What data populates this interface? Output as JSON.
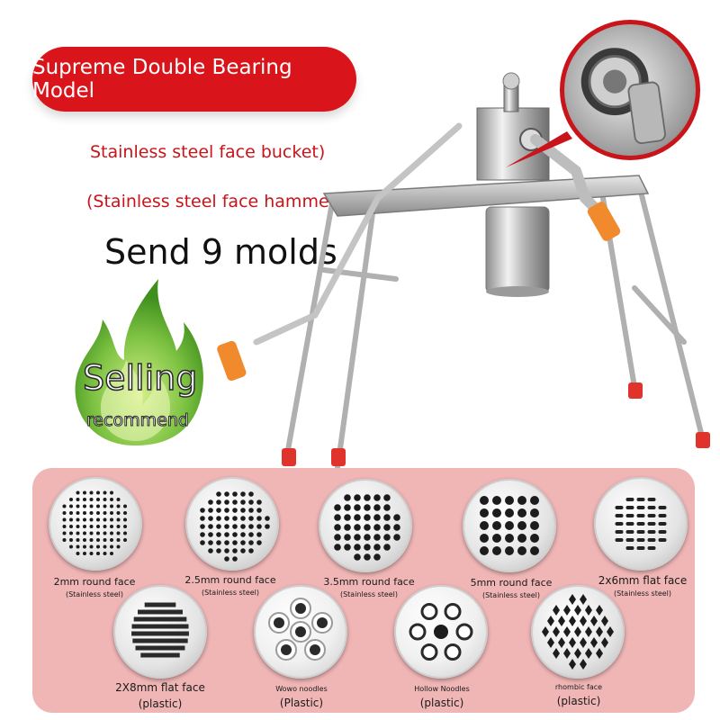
{
  "banner": {
    "label": "Supreme Double Bearing Model"
  },
  "features": [
    "Stainless steel face bucket)",
    "(Stainless steel face hammer)"
  ],
  "headline": "Send 9 molds",
  "badge": {
    "main": "Selling",
    "sub": "recommend"
  },
  "colors": {
    "accent_red": "#d9141a",
    "panel_pink": "#f0b6b6",
    "flame_green": "#7dc242"
  },
  "molds": [
    {
      "name": "2mm round face",
      "material": "(Stainless steel)",
      "pattern": "small-holes"
    },
    {
      "name": "2.5mm round face",
      "material": "(Stainless steel)",
      "pattern": "medium-holes"
    },
    {
      "name": "3.5mm round face",
      "material": "(Stainless steel)",
      "pattern": "large-holes"
    },
    {
      "name": "5mm round face",
      "material": "(Stainless steel)",
      "pattern": "xlarge-holes"
    },
    {
      "name": "2x6mm flat face",
      "material": "(Stainless steel)",
      "pattern": "flat-slots"
    },
    {
      "name": "2X8mm flat face",
      "material": "(plastic)",
      "pattern": "wide-slots"
    },
    {
      "name": "Wowo noodles",
      "material": "(Plastic)",
      "pattern": "wowo"
    },
    {
      "name": "Hollow Noodles",
      "material": "(plastic)",
      "pattern": "hollow"
    },
    {
      "name": "rhombic face",
      "material": "(plastic)",
      "pattern": "rhombic"
    }
  ]
}
